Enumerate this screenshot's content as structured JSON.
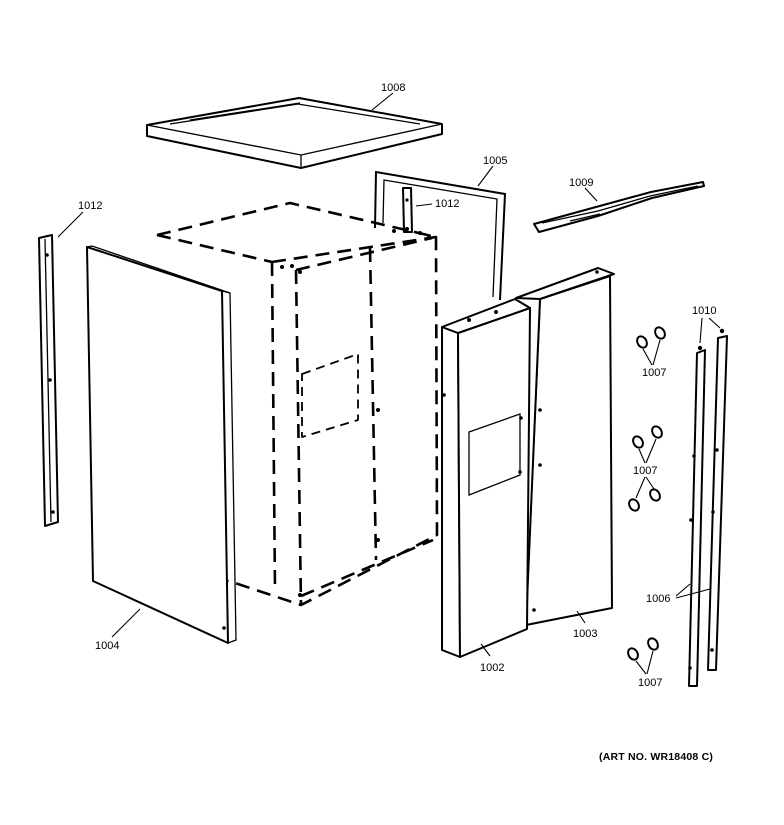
{
  "labels": {
    "top_panel": "1008",
    "back_frame": "1005",
    "bracket": "1009",
    "trim_left": "1012",
    "trim_inner": "1012",
    "side_panel_left": "1004",
    "front_panel": "1002",
    "side_panel_right": "1003",
    "trim_strip_top": "1010",
    "trim_strip": "1006",
    "clip_1": "1007",
    "clip_2": "1007",
    "clip_3": "1007"
  },
  "art_number": "(ART NO. WR18408 C)"
}
